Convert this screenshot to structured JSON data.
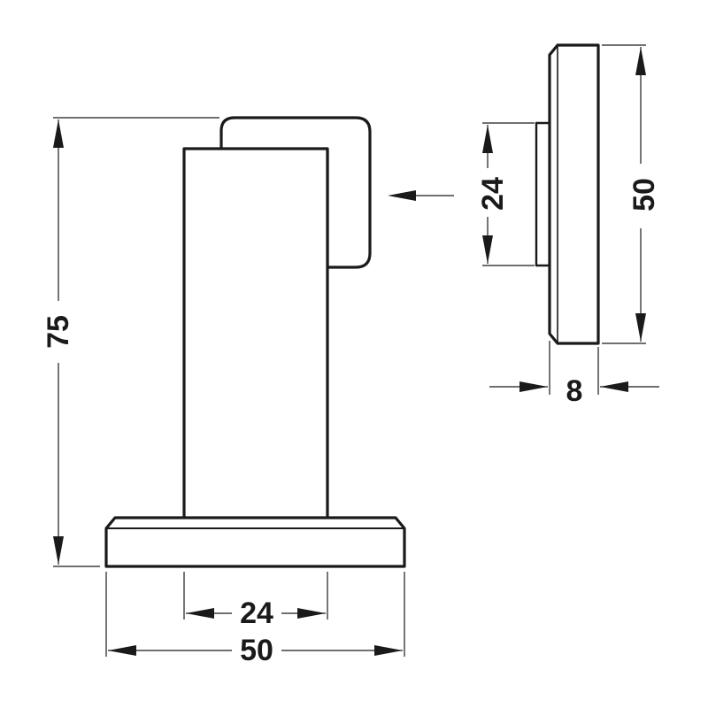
{
  "dimensions": {
    "total_height": "75",
    "column_width": "24",
    "base_width": "50",
    "plate_inner_height": "24",
    "plate_height": "50",
    "plate_depth": "8"
  },
  "colors": {
    "line": "#1a1a1a",
    "background": "#ffffff"
  }
}
